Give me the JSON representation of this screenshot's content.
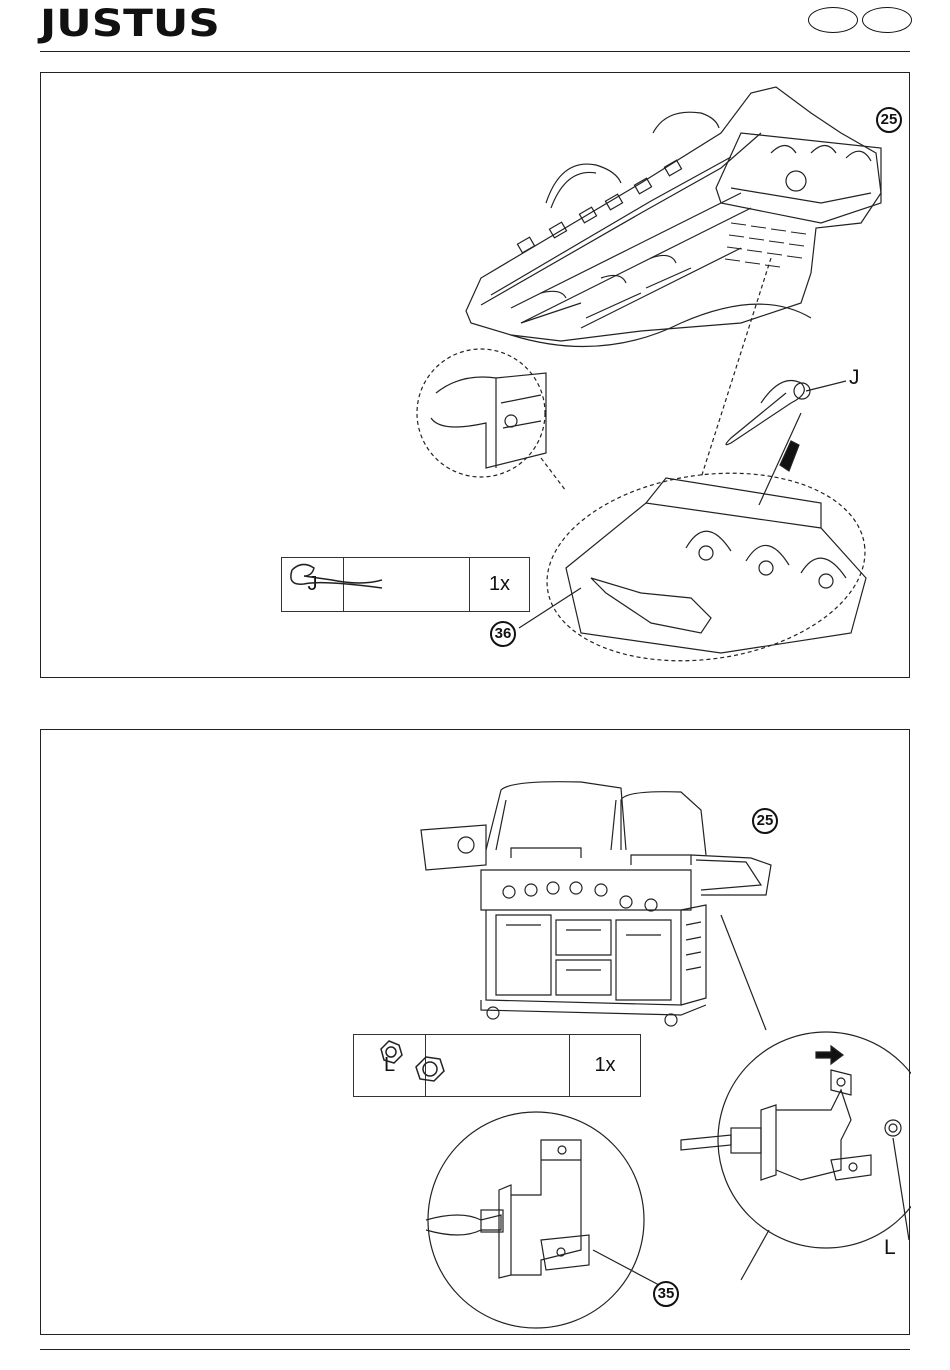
{
  "header": {
    "brand": "JUSTUS"
  },
  "step1": {
    "callouts": {
      "top_part": "25",
      "bottom_part": "36"
    },
    "part_letter": "J",
    "parts_table": {
      "part": "J",
      "quantity": "1x"
    }
  },
  "step2": {
    "callouts": {
      "side_burner": "25",
      "bracket": "35"
    },
    "part_letter": "L",
    "parts_table": {
      "part": "L",
      "quantity": "1x"
    }
  }
}
